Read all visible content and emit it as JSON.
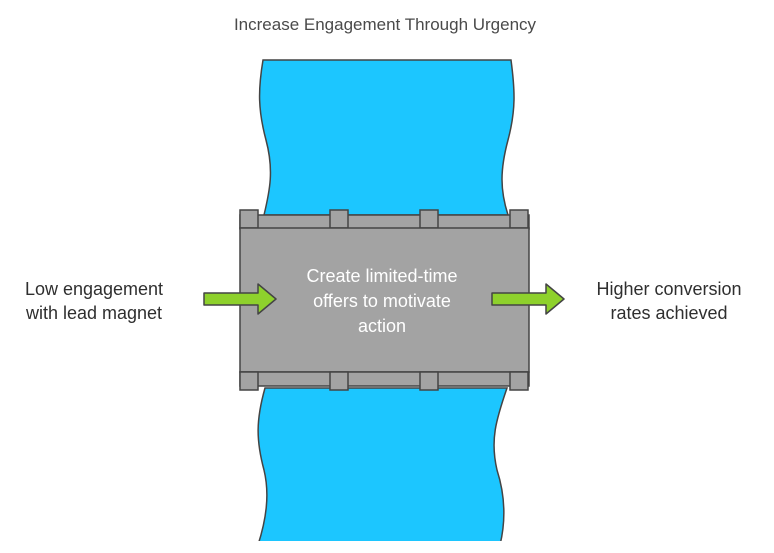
{
  "title": "Increase Engagement Through Urgency",
  "left_label": {
    "line1": "Low engagement",
    "line2": "with lead magnet"
  },
  "center_label": {
    "line1": "Create limited-time",
    "line2": "offers to motivate",
    "line3": "action"
  },
  "right_label": {
    "line1": "Higher conversion",
    "line2": "rates achieved"
  },
  "colors": {
    "river": "#1cc6ff",
    "bridge": "#a3a3a3",
    "outline": "#444444",
    "arrow": "#8ed12c"
  },
  "icons": {
    "river": "river-illustration",
    "bridge": "bridge-illustration",
    "arrow": "arrow-right-icon"
  }
}
